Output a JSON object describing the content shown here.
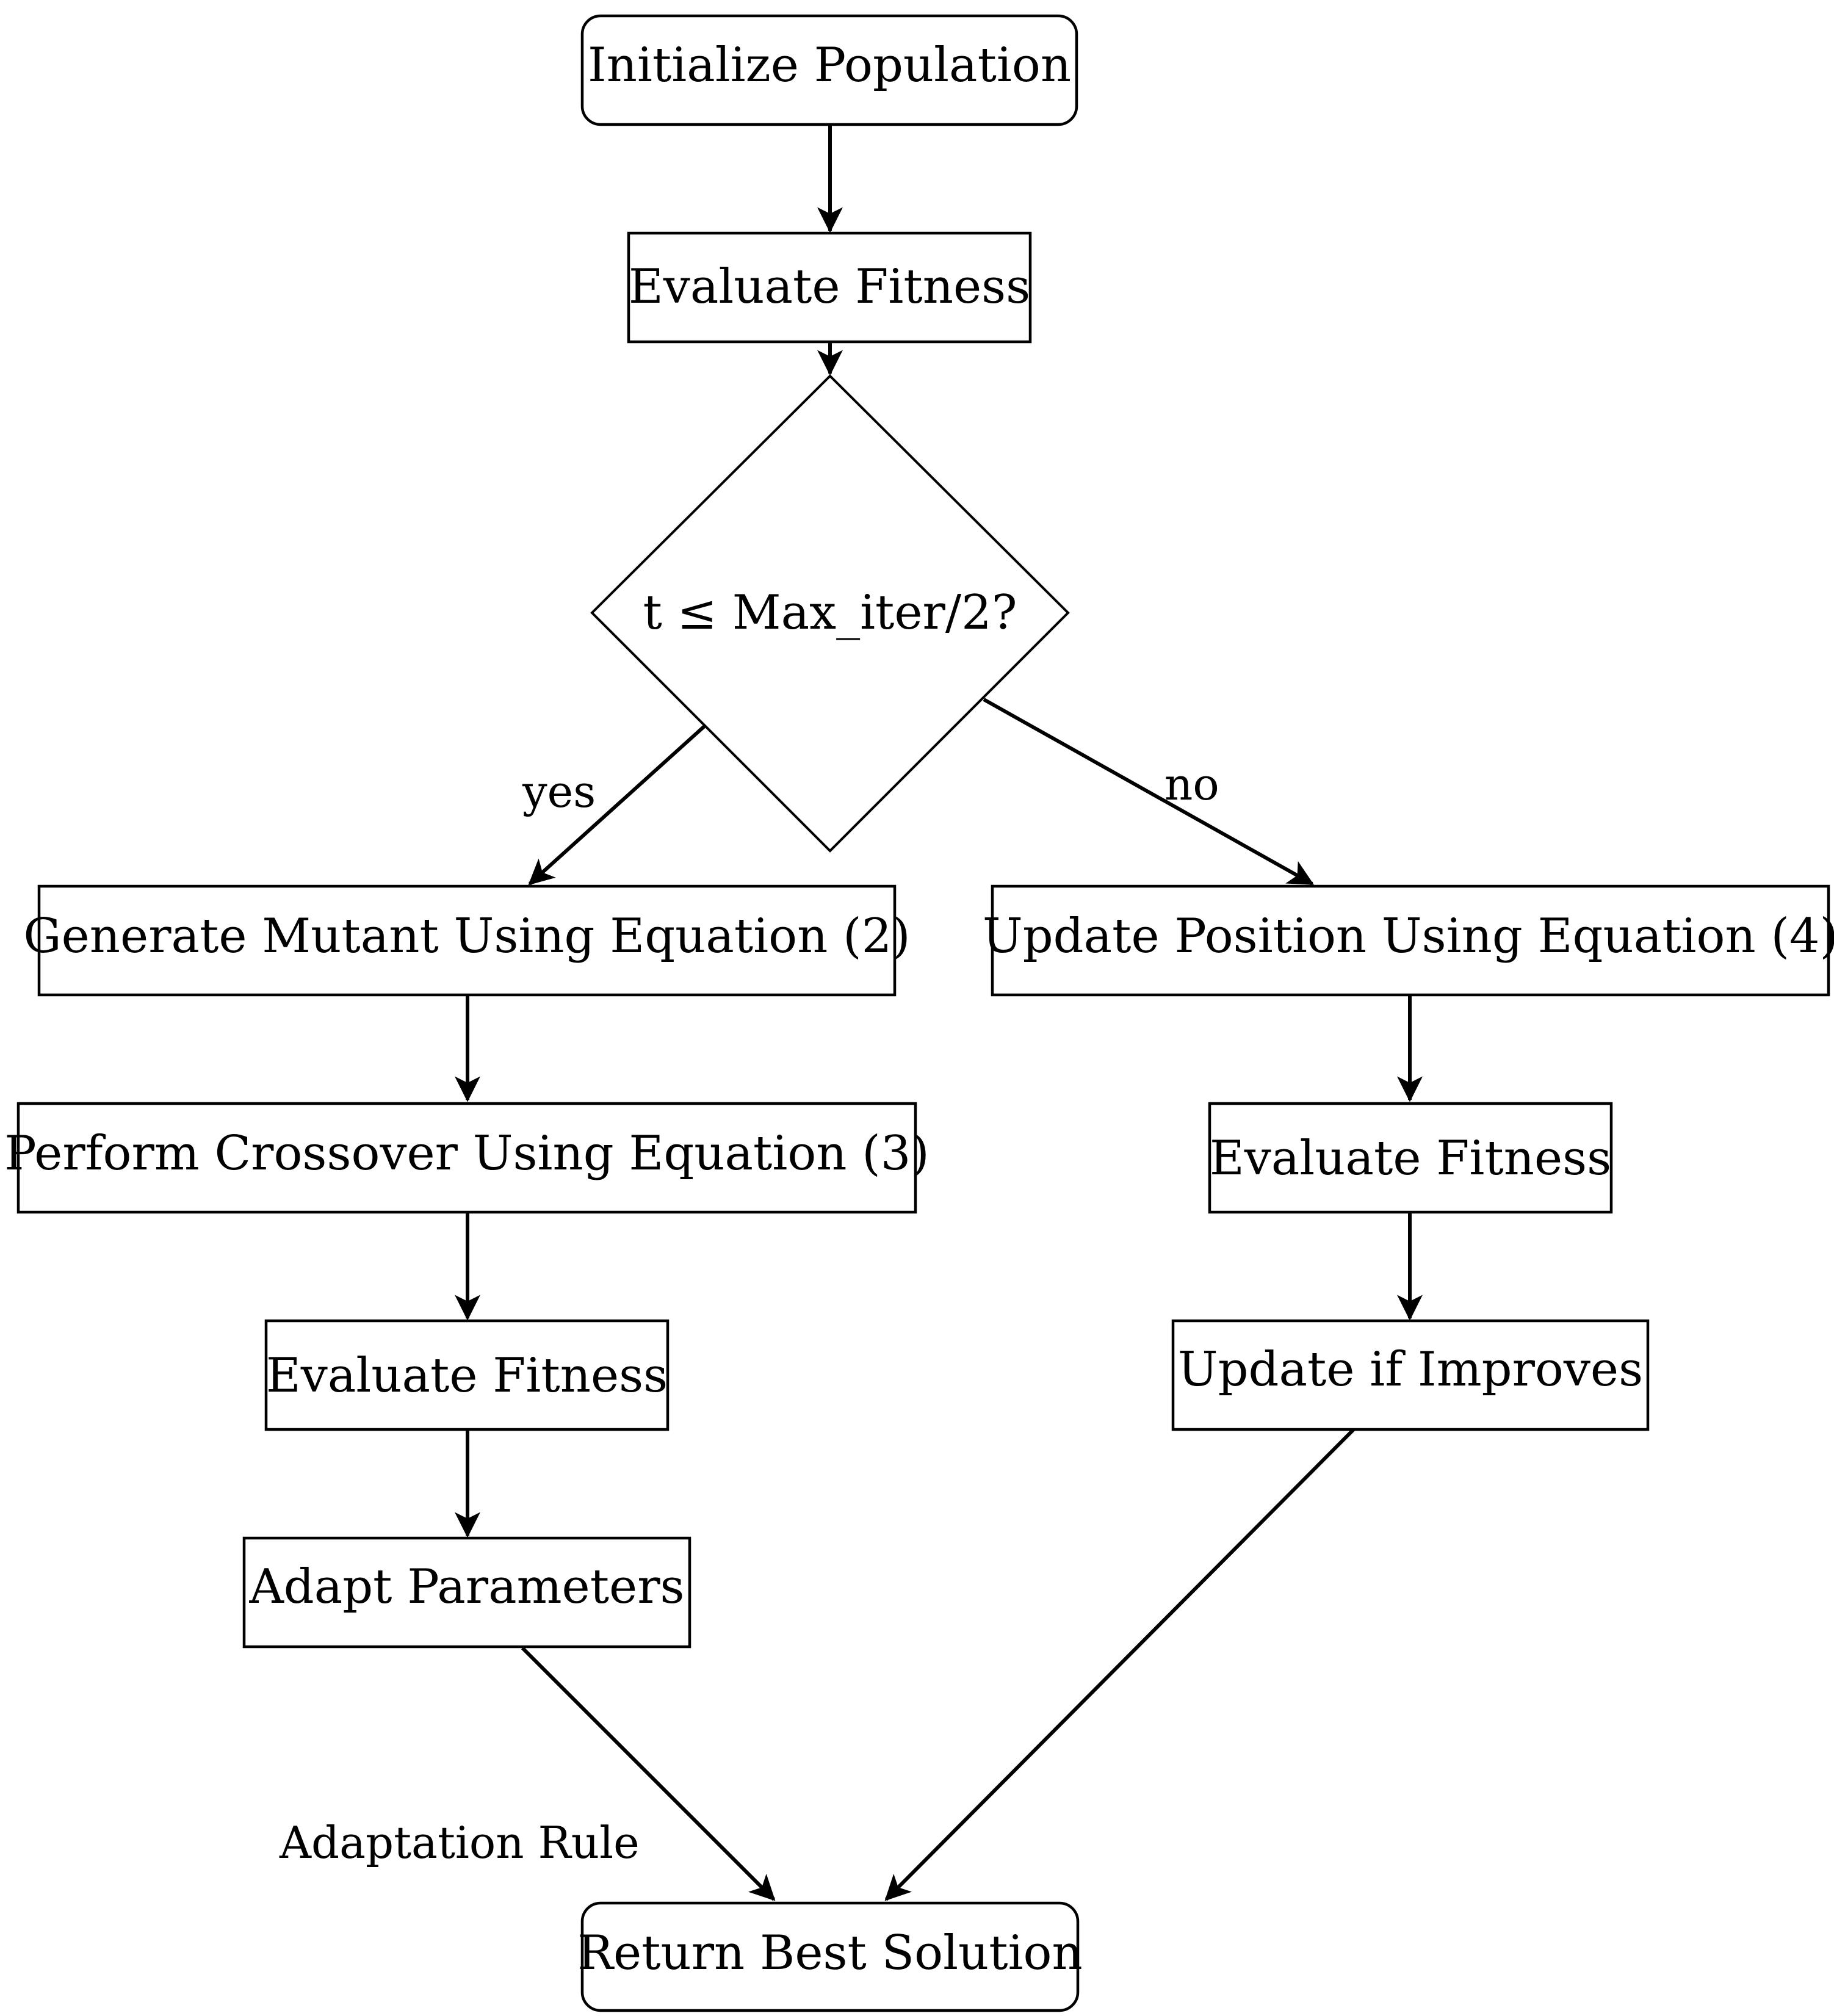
{
  "nodes": {
    "init": "Initialize Population",
    "eval_top": "Evaluate Fitness",
    "decision": "t ≤ Max_iter/2?",
    "mutant": "Generate Mutant Using Equation (2)",
    "crossover": "Perform Crossover Using Equation (3)",
    "eval_left": "Evaluate Fitness",
    "adapt": "Adapt Parameters",
    "update_pos": "Update Position Using Equation (4)",
    "eval_right": "Evaluate Fitness",
    "update_if": "Update if Improves",
    "return": "Return Best Solution"
  },
  "edge_labels": {
    "yes": "yes",
    "no": "no",
    "adaptation": "Adaptation Rule"
  },
  "colors": {
    "stroke": "#000000",
    "fill": "#ffffff"
  }
}
